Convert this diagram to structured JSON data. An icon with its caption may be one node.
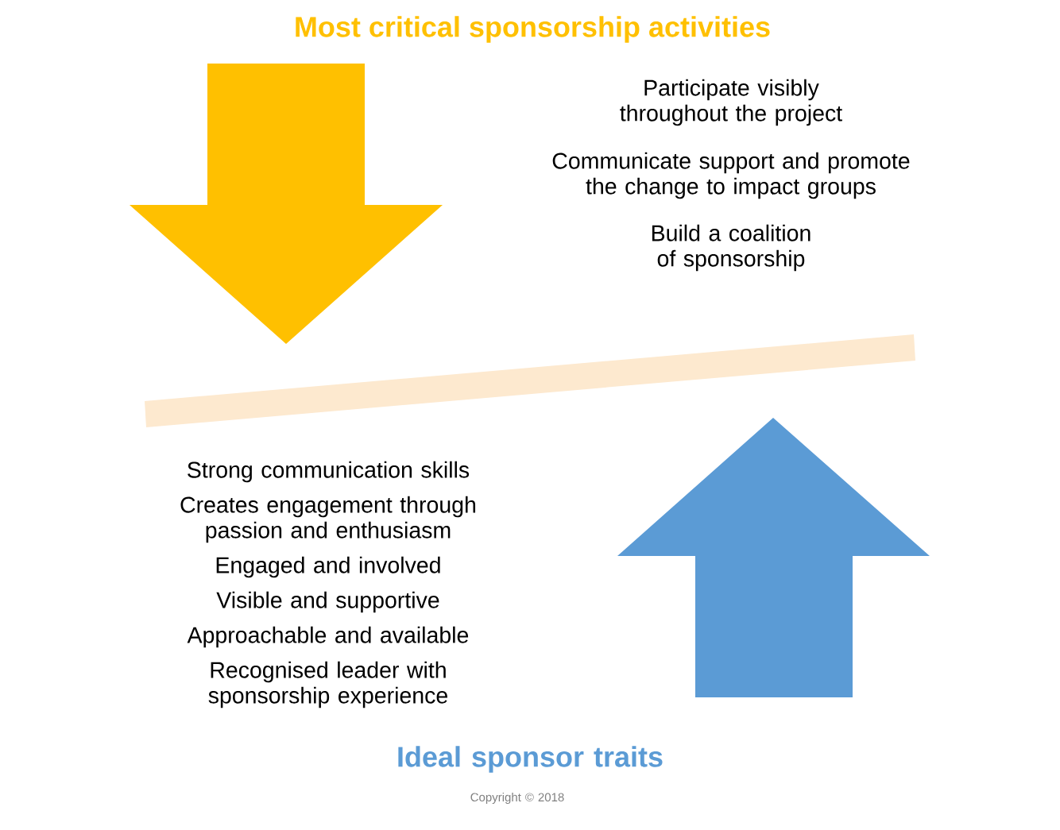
{
  "diagram": {
    "title": "Most critical sponsorship activities",
    "labels": [
      "Participate visibly throughout the project",
      "Communicate support and promote the change to impact groups",
      "Build a coalition of sponsorship",
      "Strong communication skills",
      "Creates engagement through passion and enthusiasm",
      "Engaged and involved",
      "Visible and supportive",
      "Approachable and available",
      "Recognised leader with sponsorship experience",
      "Ideal sponsor traits",
      "Copyright © 2018"
    ]
  }
}
